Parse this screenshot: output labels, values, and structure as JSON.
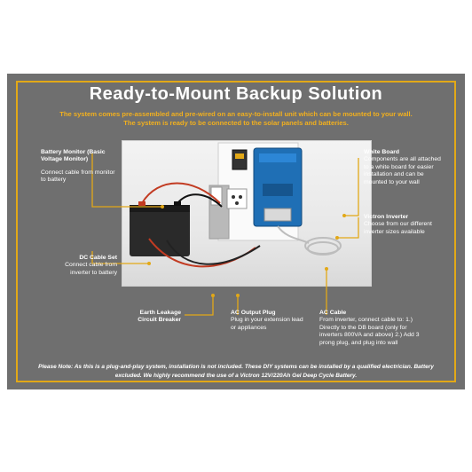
{
  "title": "Ready-to-Mount Backup Solution",
  "subtitle": "The system comes pre-assembled and pre-wired on an easy-to-install unit which can be mounted to your wall. The system is ready to be connected to the solar panels and batteries.",
  "callouts": {
    "battery_monitor": {
      "heading": "Battery Monitor (Basic Voltage Monitor)",
      "text": "Connect cable from monitor to battery"
    },
    "dc_cable": {
      "heading": "DC Cable Set",
      "text": "Connect cable from inverter to battery"
    },
    "earth_leakage": {
      "heading": "Earth Leakage Circuit Breaker",
      "text": ""
    },
    "ac_output": {
      "heading": "AC Output Plug",
      "text": "Plug in your extension lead or appliances"
    },
    "ac_cable": {
      "heading": "AC Cable",
      "text": "From inverter, connect cable to: 1.) Directly to the DB board (only for inverters 800VA and above) 2.) Add 3 prong plug, and plug into wall"
    },
    "white_board": {
      "heading": "White Board",
      "text": "Components are all attached to a white board for easier installation and can be mounted to your wall"
    },
    "victron_inverter": {
      "heading": "Victron Inverter",
      "text": "Choose from our different inverter sizes available"
    }
  },
  "note": "Please Note: As this is a plug-and-play system, installation is not included. These DIY systems can be installed by a qualified electrician. Battery excluded. We highly recommend the use of a Victron 12V/220Ah Gel Deep Cycle Battery.",
  "colors": {
    "panel": "#6f6f6f",
    "accent": "#e2a817",
    "inverter": "#1f6fb5"
  },
  "icons": [
    "battery-image",
    "inverter-image",
    "monitor-image",
    "plug-image",
    "cable-coil-image"
  ]
}
